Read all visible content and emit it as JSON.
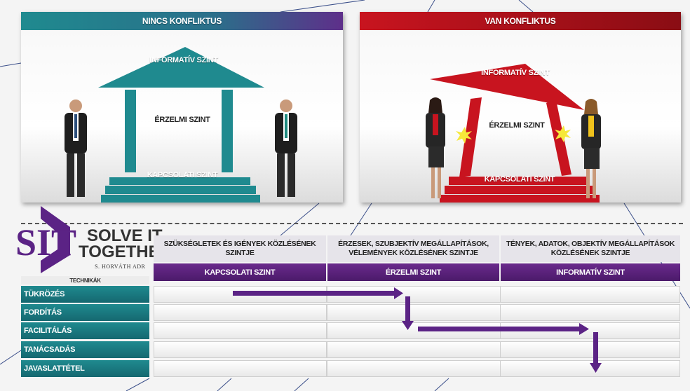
{
  "left_panel": {
    "title": "NINCS KONFLIKTUS",
    "roof_label": "INFORMATÍV SZINT",
    "middle_label": "ÉRZELMI SZINT",
    "base_label": "KAPCSOLATI SZINT",
    "color": "#1f8a8f"
  },
  "right_panel": {
    "title": "VAN KONFLIKTUS",
    "roof_label": "INFORMATÍV SZINT",
    "middle_label": "ÉRZELMI SZINT",
    "base_label": "KAPCSOLATI SZINT",
    "color": "#c8141f"
  },
  "logo": {
    "line1": "SOLVE IT",
    "line2": "TOGETHER",
    "sub": "S. HORVÁTH ADR",
    "color": "#5b2385"
  },
  "matrix": {
    "columns": [
      {
        "heading": "SZÜKSÉGLETEK ÉS IGÉNYEK KÖZLÉSÉNEK SZINTJE",
        "level": "KAPCSOLATI SZINT"
      },
      {
        "heading": "ÉRZESEK, SZUBJEKTÍV MEGÁLLAPÍTÁSOK, VÉLEMÉNYEK KÖZLÉSÉNEK SZINTJE",
        "level": "ÉRZELMI SZINT"
      },
      {
        "heading": "TÉNYEK, ADATOK, OBJEKTÍV MEGÁLLAPÍTÁSOK KÖZLÉSÉNEK SZINTJE",
        "level": "INFORMATÍV SZINT"
      }
    ],
    "techniques_header": "TECHNIKÁK",
    "rows": [
      "TÜKRÖZÉS",
      "FORDÍTÁS",
      "FACILITÁLÁS",
      "TANÁCSADÁS",
      "JAVASLATTÉTEL"
    ],
    "arrow_color": "#5b2385"
  }
}
